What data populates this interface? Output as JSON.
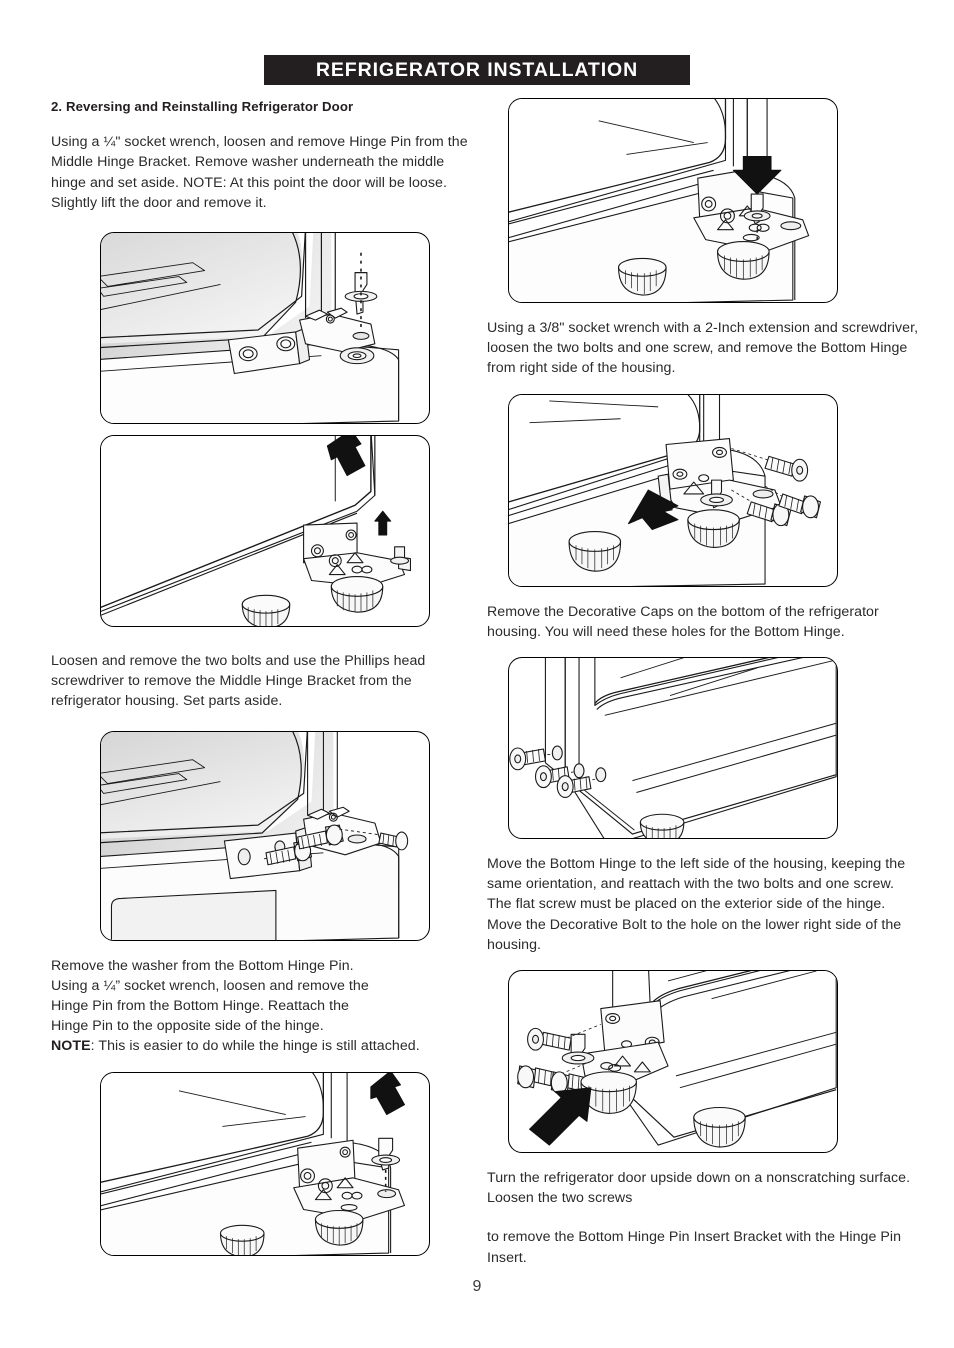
{
  "document": {
    "header_title": "REFRIGERATOR INSTALLATION",
    "page_number": "9"
  },
  "left_column": {
    "section_heading": "2. Reversing and Reinstalling Refrigerator Door",
    "paragraph_1": "Using a ¼\" socket wrench, loosen and remove Hinge Pin from the Middle Hinge Bracket. Remove washer underneath the middle hinge and set aside. NOTE: At this point the door will be loose. Slightly lift the door and remove it.",
    "figure_1_caption": "middle-hinge-bracket-with-hinge-pin-removal",
    "figure_2_caption": "door-lift-off-with-up-arrows",
    "paragraph_2": "Loosen and remove the two bolts and use the Phillips head screwdriver to remove the Middle Hinge Bracket from the refrigerator housing. Set parts aside.",
    "figure_3_caption": "middle-hinge-bracket-two-bolts-and-screw",
    "paragraph_3_line_1": "Remove the washer from the Bottom Hinge Pin.",
    "paragraph_3_line_2": "Using a ¼” socket wrench, loosen and remove the",
    "paragraph_3_line_3": "Hinge Pin from the Bottom Hinge. Reattach the",
    "paragraph_3_line_4": "Hinge Pin to the opposite side of the hinge.",
    "paragraph_3_note_label": "NOTE",
    "paragraph_3_note_text": ": This is easier to do while the hinge is still attached.",
    "figure_4_caption": "bottom-hinge-pin-removal-up-arrow"
  },
  "right_column": {
    "figure_5_caption": "bottom-hinge-pin-reattach-down-arrow",
    "paragraph_4": "Using a 3/8\" socket wrench with a 2-Inch extension and screwdriver, loosen the two bolts and one screw, and remove the Bottom Hinge from right side of the housing.",
    "figure_6_caption": "bottom-hinge-removal-right-side",
    "paragraph_5": "Remove the Decorative Caps on the bottom of the refrigerator housing. You will need these holes for the Bottom Hinge.",
    "figure_7_caption": "decorative-caps-removal-left-side",
    "paragraph_6": "Move the Bottom Hinge to the left side of the housing, keeping the same orientation, and reattach with the two bolts and one screw. The flat screw must be placed on the exterior side of the hinge. Move the Decorative Bolt to the hole on the lower right side of the housing.",
    "figure_8_caption": "bottom-hinge-reattach-left-side",
    "paragraph_7": "Turn the refrigerator door upside down on a nonscratching surface. Loosen the two screws",
    "paragraph_8": "to remove the Bottom Hinge Pin Insert Bracket with the Hinge Pin Insert."
  },
  "colors": {
    "banner_background": "#231f20",
    "banner_text": "#ffffff",
    "body_text": "#2b2b2b",
    "figure_border": "#000000",
    "page_background": "#ffffff"
  }
}
